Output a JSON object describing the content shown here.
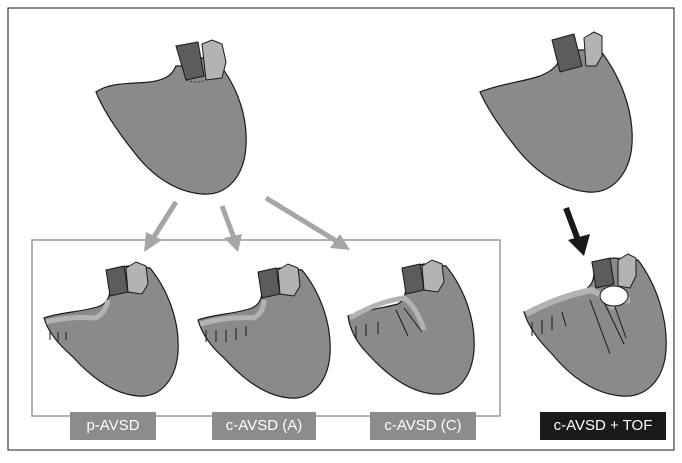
{
  "labels": {
    "p_avsd": "p-AVSD",
    "c_avsd_a": "c-AVSD (A)",
    "c_avsd_c": "c-AVSD (C)",
    "c_avsd_tof": "c-AVSD + TOF"
  },
  "colors": {
    "heart_fill": "#8a8a8a",
    "heart_stroke": "#1a1a1a",
    "aorta_fill": "#5c5c5c",
    "pulmonary_fill": "#b3b3b3",
    "grey_arrow": "#a6a6a6",
    "black_arrow": "#1a1a1a",
    "frame": "#9a9a9a",
    "label_grey_bg": "#8c8c8c",
    "label_black_bg": "#1a1a1a",
    "label_text": "#ffffff"
  }
}
